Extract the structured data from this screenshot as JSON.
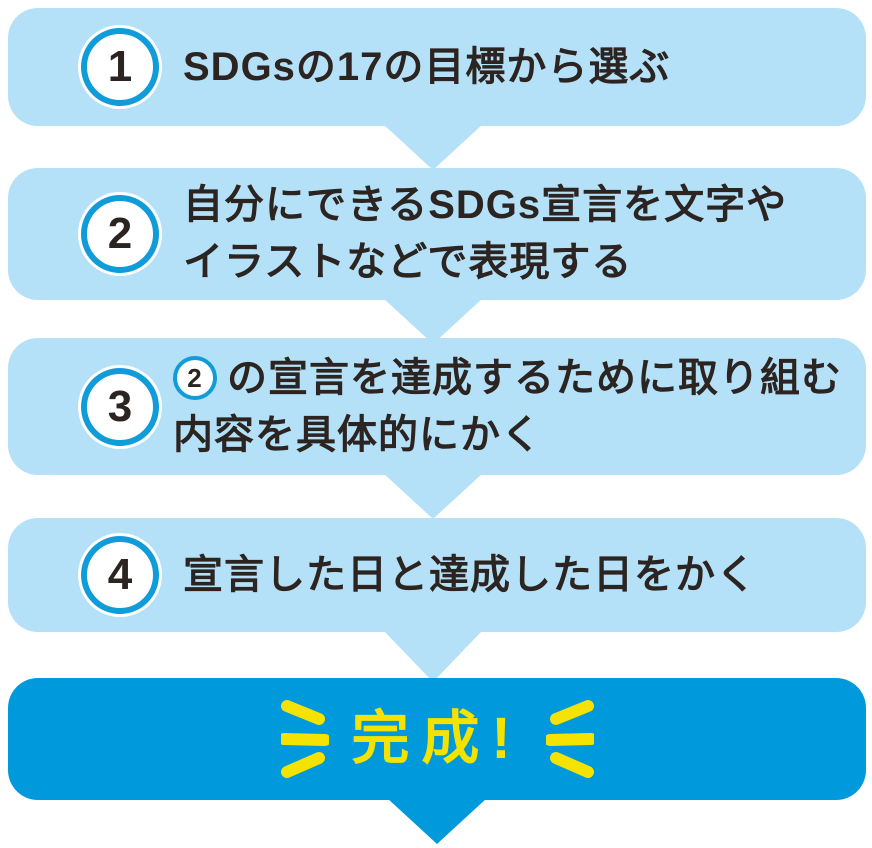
{
  "steps": [
    {
      "number": "1",
      "lines": [
        "SDGsの17の目標から選ぶ"
      ]
    },
    {
      "number": "2",
      "lines": [
        "自分にできるSDGs宣言を文字や",
        "イラストなどで表現する"
      ]
    },
    {
      "number": "3",
      "ref_number": "2",
      "lines": [
        "の宣言を達成するために取り組む",
        "内容を具体的にかく"
      ]
    },
    {
      "number": "4",
      "lines": [
        "宣言した日と達成した日をかく"
      ]
    }
  ],
  "result": {
    "label": "完成!"
  },
  "colors": {
    "light_blue": "#b5e1f8",
    "blue": "#0099db",
    "ring_blue": "#0f9cd8",
    "yellow": "#f4e300",
    "text": "#2b2420"
  }
}
